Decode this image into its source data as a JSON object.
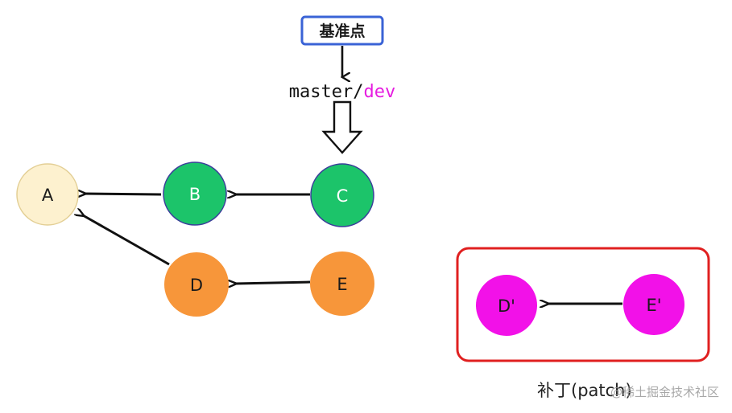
{
  "diagram": {
    "base_label": "基准点",
    "branch": {
      "master": "master",
      "separator": "/",
      "dev": "dev"
    },
    "nodes": {
      "a": "A",
      "b": "B",
      "c": "C",
      "d": "D",
      "e": "E",
      "d_prime": "D'",
      "e_prime": "E'"
    },
    "patch_caption": "补丁(patch)",
    "watermark": "@稀土掘金技术社区"
  },
  "colors": {
    "a_fill": "#fdf1cf",
    "green": "#1cc46a",
    "orange": "#f7963a",
    "magenta": "#f211e8",
    "dev_text": "#e61ee0",
    "base_border": "#3a63d6",
    "patch_border": "#e02020"
  }
}
